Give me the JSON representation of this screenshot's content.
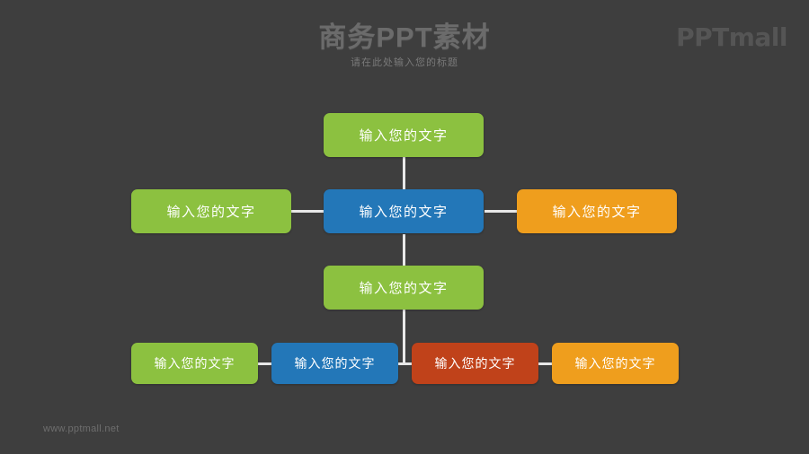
{
  "header": {
    "title": "商务PPT素材",
    "subtitle": "请在此处输入您的标题",
    "logo": "PPTmall"
  },
  "footer": {
    "url": "www.pptmall.net"
  },
  "colors": {
    "background": "#3e3e3e",
    "green": "#8cc140",
    "blue": "#2377b8",
    "orange": "#ef9e1d",
    "red": "#c0421a",
    "connector": "#e8e8e8",
    "title_text": "#6b6b6b",
    "node_text": "#ffffff"
  },
  "diagram": {
    "nodes": [
      {
        "id": "top-center",
        "label": "输入您的文字",
        "color": "green"
      },
      {
        "id": "middle-left",
        "label": "输入您的文字",
        "color": "green"
      },
      {
        "id": "middle-center",
        "label": "输入您的文字",
        "color": "blue"
      },
      {
        "id": "middle-right",
        "label": "输入您的文字",
        "color": "orange"
      },
      {
        "id": "lower-center",
        "label": "输入您的文字",
        "color": "green"
      },
      {
        "id": "bottom-first",
        "label": "输入您的文字",
        "color": "green"
      },
      {
        "id": "bottom-second",
        "label": "输入您的文字",
        "color": "blue"
      },
      {
        "id": "bottom-third",
        "label": "输入您的文字",
        "color": "red"
      },
      {
        "id": "bottom-fourth",
        "label": "输入您的文字",
        "color": "orange"
      }
    ]
  }
}
